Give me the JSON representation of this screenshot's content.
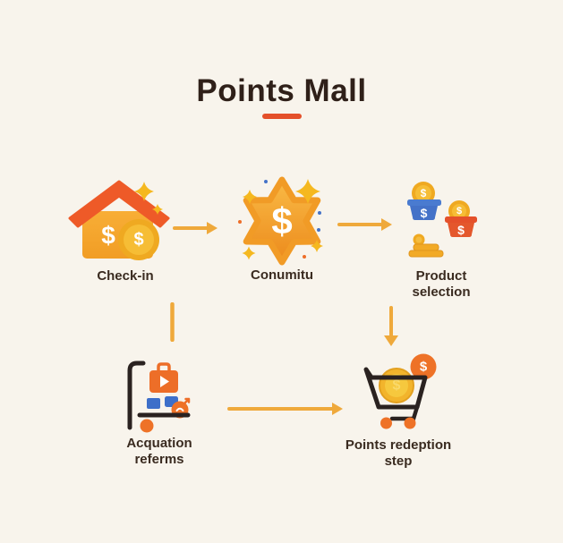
{
  "title": "Points Mall",
  "glyphs": {
    "dollar": "$"
  },
  "colors": {
    "background": "#F8F4EC",
    "title_text": "#2F2019",
    "accent_underline": "#E4502A",
    "label_text": "#3A2B20",
    "arrow": "#EFA93B",
    "gold": "#F2B42C",
    "gold_dark": "#E3A01F",
    "orange": "#ED6E28",
    "red_orange": "#E4572C",
    "blue": "#4472C8",
    "dark_outline": "#2A2220",
    "sparkle": "#F5B81F"
  },
  "steps": [
    {
      "id": "checkin",
      "label_lines": [
        "Check-in"
      ],
      "icon": "house-with-coin-icon"
    },
    {
      "id": "consume",
      "label_lines": [
        "Conumitu"
      ],
      "icon": "star-dollar-badge-icon"
    },
    {
      "id": "product-selection",
      "label_lines": [
        "Product",
        "selection"
      ],
      "icon": "baskets-and-coins-icon"
    },
    {
      "id": "acquisition",
      "label_lines": [
        "Acquation",
        "referms"
      ],
      "icon": "trolley-with-goods-icon"
    },
    {
      "id": "redemption",
      "label_lines": [
        "Points redeption",
        "step"
      ],
      "icon": "cart-with-coin-icon"
    }
  ]
}
